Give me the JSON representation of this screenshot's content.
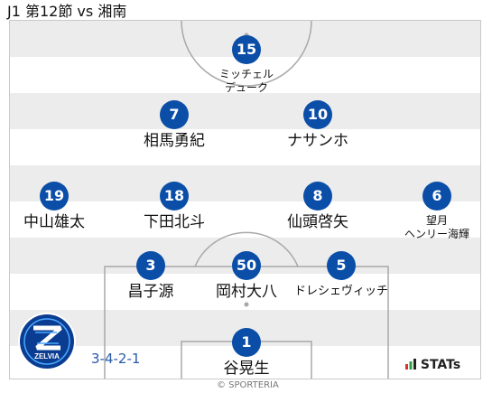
{
  "match_title": "J1 第12節 vs 湘南",
  "formation": "3-4-2-1",
  "copyright": "© SPORTERIA",
  "stats_logo": "STATs",
  "club": {
    "emblem_text": "ZELVIA",
    "colors": {
      "primary": "#0a3d91",
      "accent": "#4aa8ff"
    }
  },
  "colors": {
    "player_circle": "#0a4ea8",
    "stripe": "#ececec",
    "pitch_lines": "#a8a8a8",
    "formation_text": "#2a5aa8"
  },
  "players": [
    {
      "number": "15",
      "name": "ミッチェル デューク",
      "name_lines": [
        "ミッチェル",
        "デューク"
      ]
    },
    {
      "number": "7",
      "name": "相馬勇紀"
    },
    {
      "number": "10",
      "name": "ナサンホ"
    },
    {
      "number": "19",
      "name": "中山雄太"
    },
    {
      "number": "18",
      "name": "下田北斗"
    },
    {
      "number": "8",
      "name": "仙頭啓矢"
    },
    {
      "number": "6",
      "name": "望月 ヘンリー海輝",
      "name_lines": [
        "望月",
        "ヘンリー海輝"
      ]
    },
    {
      "number": "3",
      "name": "昌子源"
    },
    {
      "number": "50",
      "name": "岡村大八"
    },
    {
      "number": "5",
      "name": "ドレシェヴィッチ"
    },
    {
      "number": "1",
      "name": "谷晃生"
    }
  ]
}
